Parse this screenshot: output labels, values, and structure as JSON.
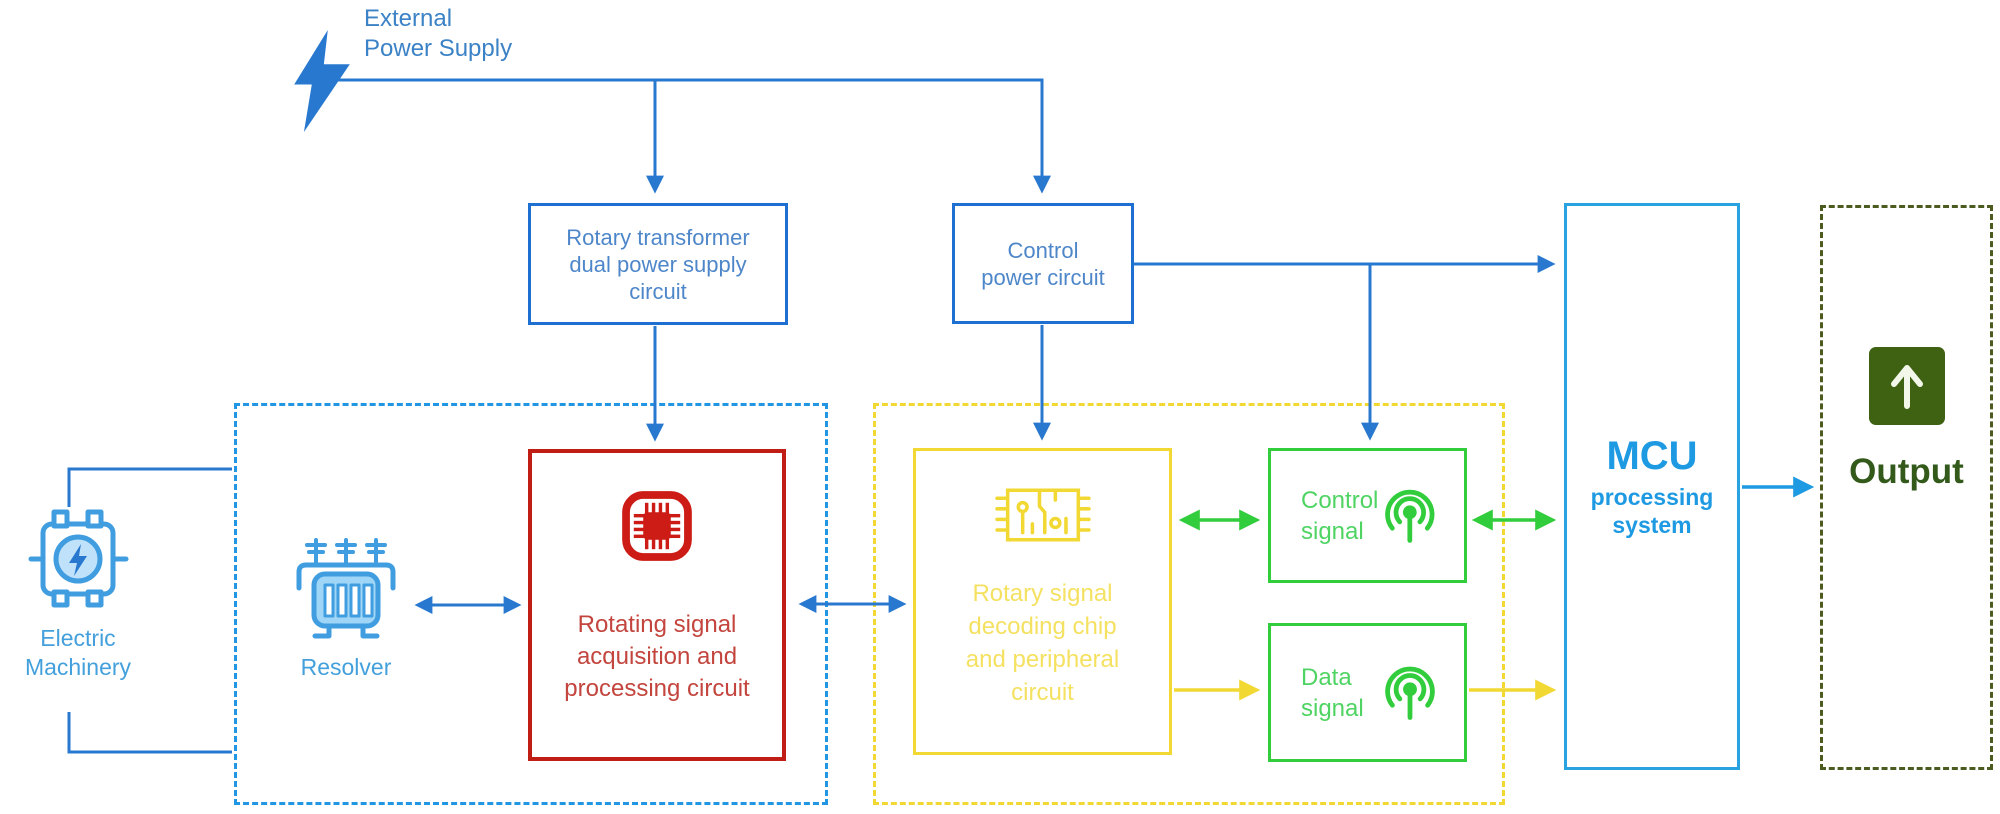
{
  "colors": {
    "wire_blue": "#2878d0",
    "box_blue_border": "#1d6fd1",
    "box_blue_text": "#4e87c9",
    "light_blue_icon": "#3f9de0",
    "dashed_blue": "#2196e3",
    "red": "#c01d15",
    "red_text": "#c3453e",
    "yellow": "#f2d832",
    "yellow_text": "#f5e161",
    "green": "#32cd3c",
    "green_text": "#4fd463",
    "mcu_blue": "#1e9ae3",
    "olive_dash": "#4c5c20",
    "dark_green": "#3e6212",
    "output_text": "#33591b"
  },
  "icons": {
    "external_power": "lightning-bolt-icon",
    "electric_machinery": "electric-machine-icon",
    "resolver": "resolver-transformer-icon",
    "rotating_acquisition": "cpu-chip-icon",
    "rotary_decoding": "pcb-chip-icon",
    "control_signal": "broadcast-icon",
    "data_signal": "broadcast-icon",
    "output": "up-arrow-icon"
  },
  "nodes": {
    "external_power": {
      "label": "External\nPower Supply"
    },
    "rotary_transformer": {
      "label": "Rotary transformer\ndual power supply\ncircuit"
    },
    "control_power": {
      "label": "Control\npower circuit"
    },
    "electric_machinery": {
      "label": "Electric\nMachinery"
    },
    "resolver": {
      "label": "Resolver"
    },
    "rotating_acquisition": {
      "label": "Rotating signal\nacquisition and\nprocessing circuit"
    },
    "rotary_decoding": {
      "label": "Rotary signal\ndecoding chip\nand peripheral\ncircuit"
    },
    "control_signal": {
      "label": "Control\nsignal"
    },
    "data_signal": {
      "label": "Data\nsignal"
    },
    "mcu": {
      "title": "MCU",
      "subtitle": "processing\nsystem"
    },
    "output": {
      "label": "Output"
    }
  }
}
